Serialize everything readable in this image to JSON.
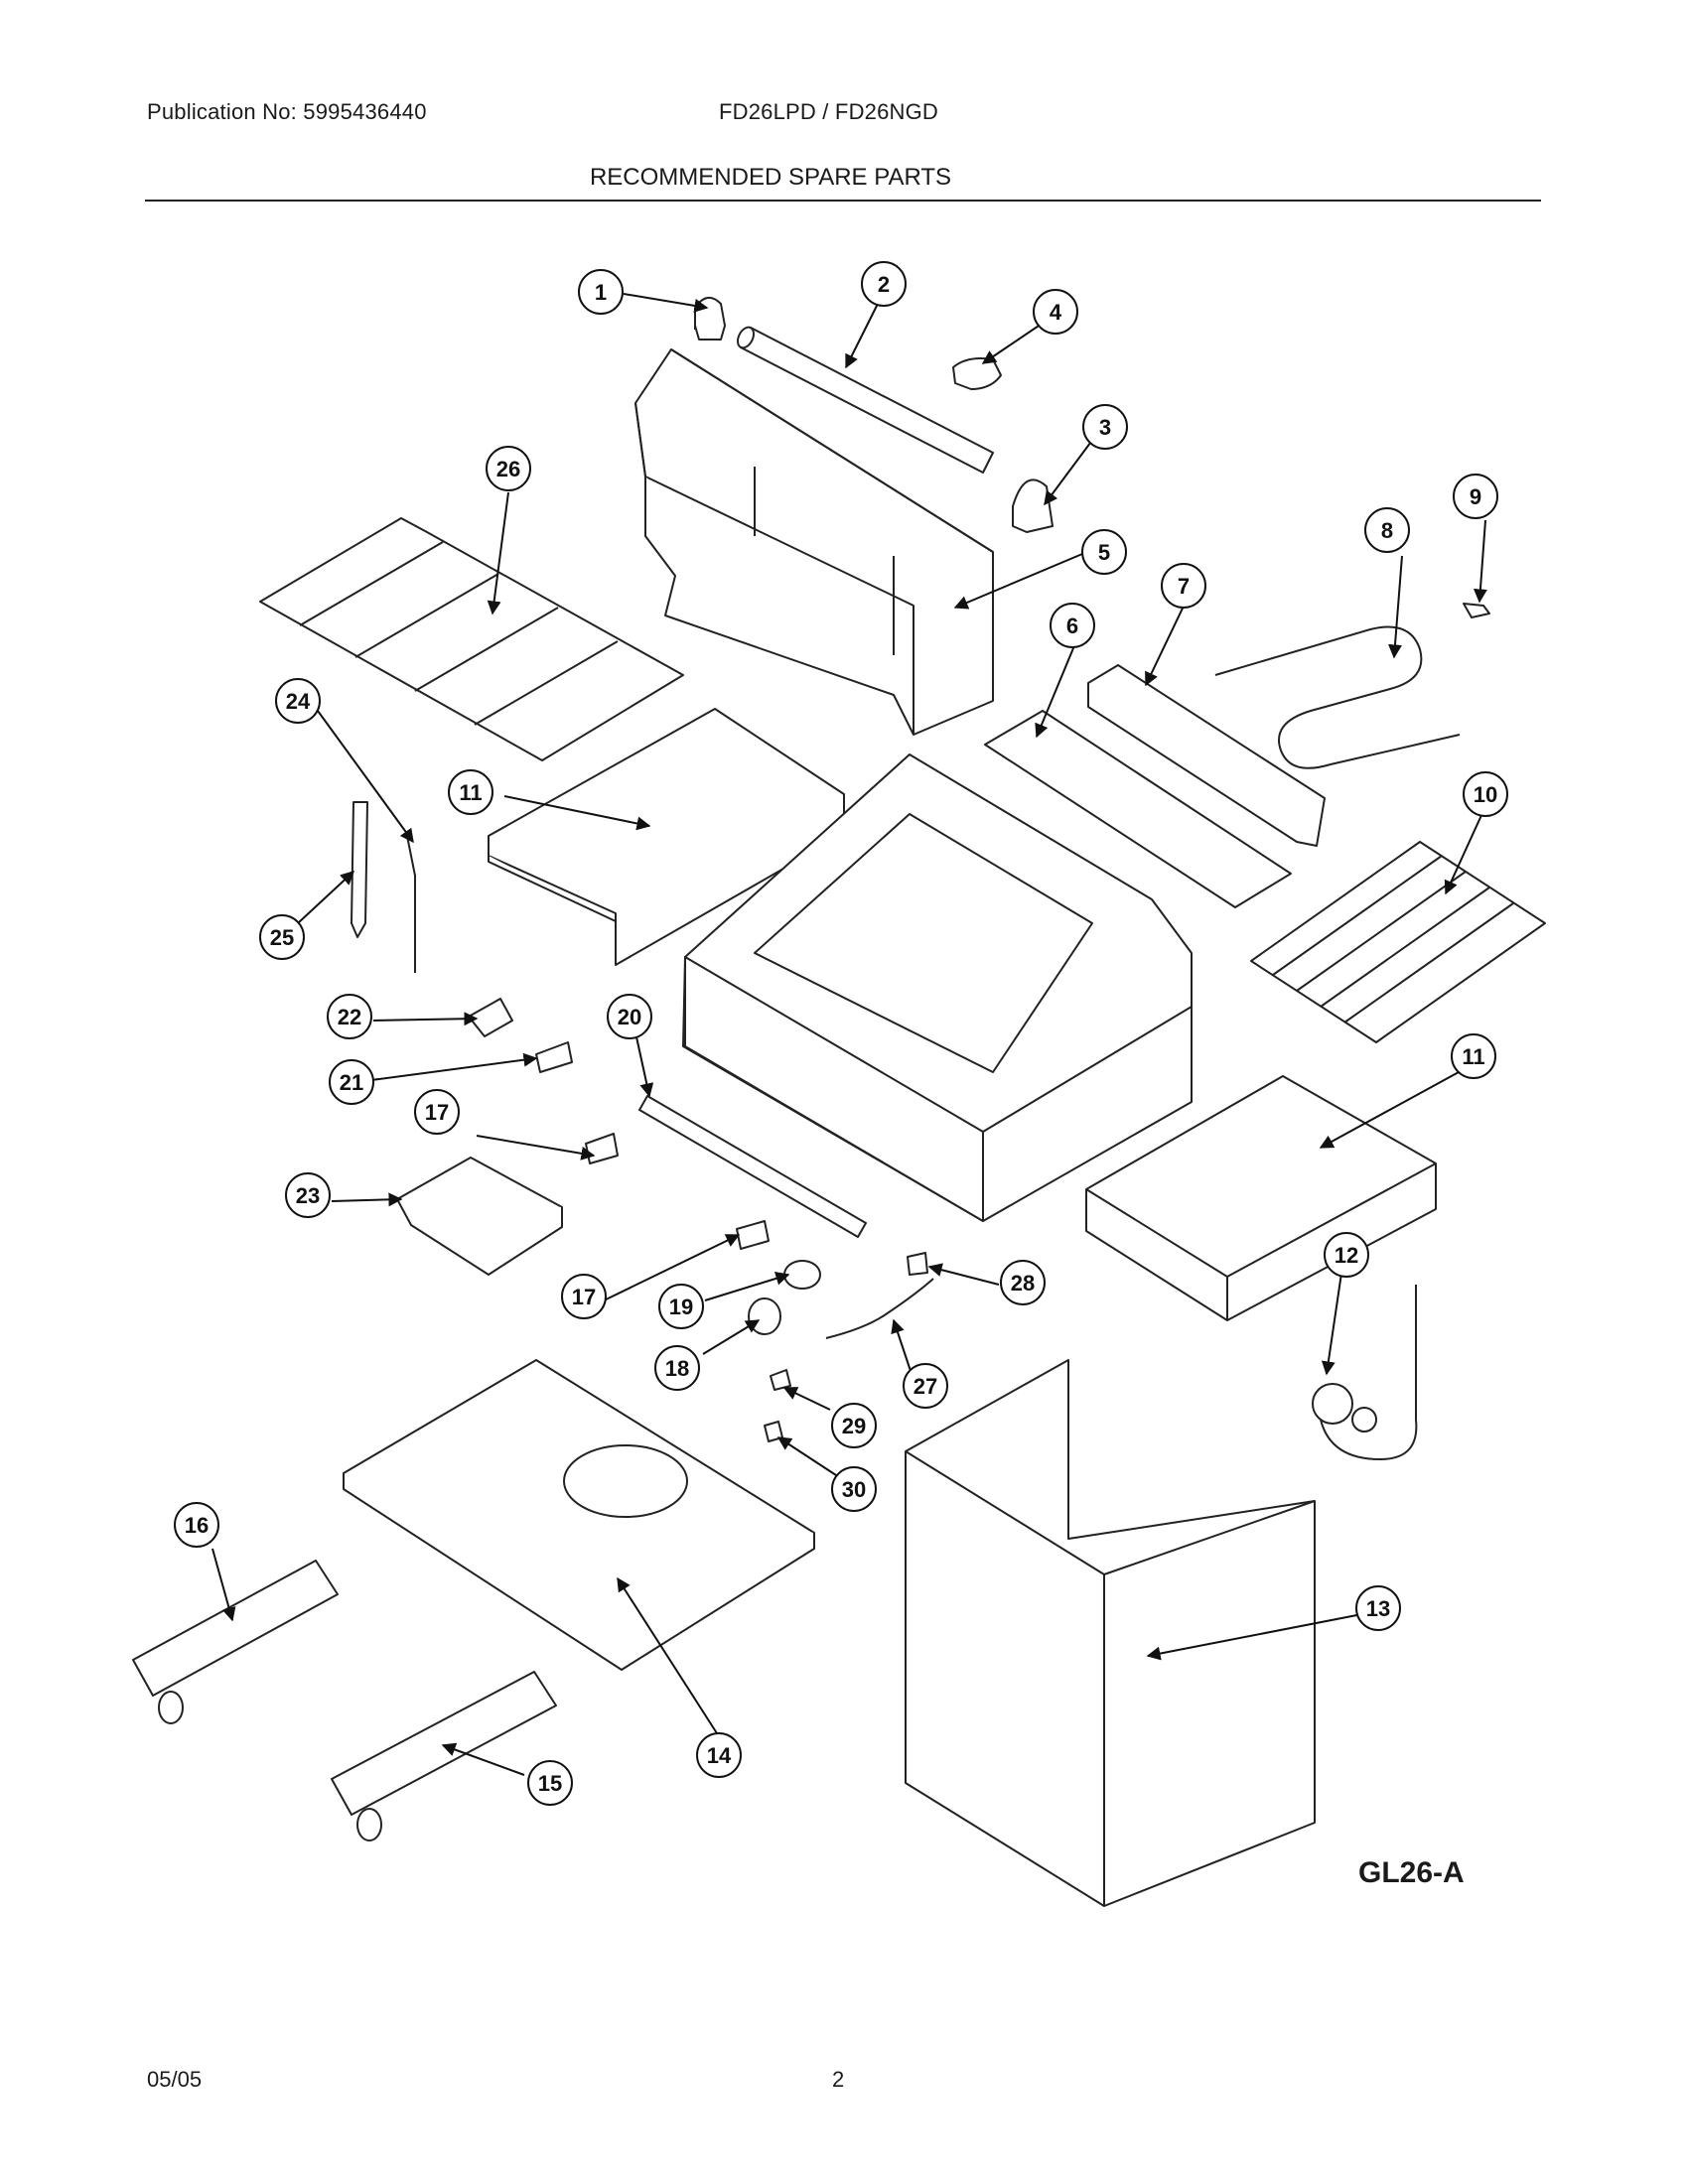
{
  "header": {
    "publication": "Publication No: 5995436440",
    "model": "FD26LPD / FD26NGD",
    "section_title": "RECOMMENDED SPARE PARTS"
  },
  "diagram": {
    "code": "GL26-A",
    "callouts": [
      {
        "id": "1"
      },
      {
        "id": "2"
      },
      {
        "id": "3"
      },
      {
        "id": "4"
      },
      {
        "id": "5"
      },
      {
        "id": "6"
      },
      {
        "id": "7"
      },
      {
        "id": "8"
      },
      {
        "id": "9"
      },
      {
        "id": "10"
      },
      {
        "id": "11"
      },
      {
        "id": "11"
      },
      {
        "id": "12"
      },
      {
        "id": "13"
      },
      {
        "id": "14"
      },
      {
        "id": "15"
      },
      {
        "id": "16"
      },
      {
        "id": "17"
      },
      {
        "id": "17"
      },
      {
        "id": "18"
      },
      {
        "id": "19"
      },
      {
        "id": "20"
      },
      {
        "id": "21"
      },
      {
        "id": "22"
      },
      {
        "id": "23"
      },
      {
        "id": "24"
      },
      {
        "id": "25"
      },
      {
        "id": "26"
      },
      {
        "id": "27"
      },
      {
        "id": "28"
      },
      {
        "id": "29"
      },
      {
        "id": "30"
      }
    ]
  },
  "footer": {
    "date": "05/05",
    "page": "2"
  }
}
